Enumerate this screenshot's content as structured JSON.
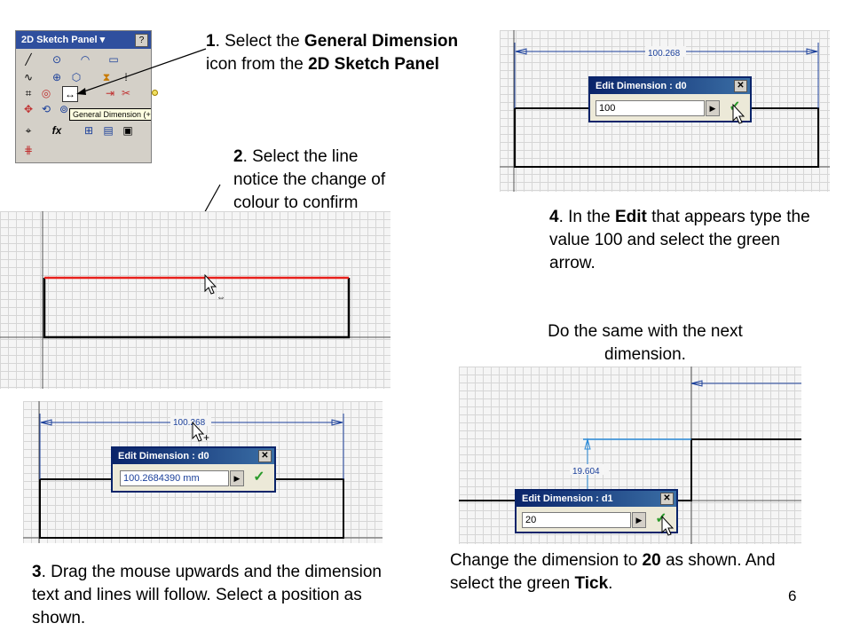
{
  "page_number": "6",
  "steps": {
    "step1": {
      "num": "1",
      "text_a": ". Select the ",
      "b1": "General Dimension",
      "text_b": " icon from the ",
      "b2": "2D Sketch Panel"
    },
    "step2": {
      "num": "2",
      "text": ". Select the line notice the change of colour to confirm selection"
    },
    "step3": {
      "num": "3",
      "text": ". Drag the mouse upwards and the dimension text and lines will follow. Select a position as shown."
    },
    "step4": {
      "num": "4",
      "text_a": ". In the ",
      "b1": "Edit",
      "text_b": " that appears type the value 100 and select the green arrow."
    },
    "same_note": "Do the same with the next dimension.",
    "change_note": {
      "text_a": "Change the dimension to ",
      "b1": "20",
      "text_b": " as shown. And select the green ",
      "b2": "Tick",
      "text_c": "."
    }
  },
  "sketch_panel": {
    "title": "2D Sketch Panel",
    "help": "?",
    "tooltip": "General Dimension (+D)",
    "tools": [
      "line-icon",
      "circle-icon",
      "arc-icon",
      "rectangle-icon",
      "spline-icon",
      "ellipse-icon",
      "point-icon",
      "fillet-icon",
      "polygon-icon",
      "mirror-icon",
      "offset-icon",
      "general-dimension-icon",
      "move-icon",
      "rotate-icon",
      "extend-icon",
      "trim-icon",
      "project-geometry-icon",
      "parameters-icon",
      "insert-image-icon",
      "insert-acad-icon",
      "insert-points-icon"
    ]
  },
  "dialogs": {
    "d0_step4": {
      "title": "Edit Dimension : d0",
      "value": "100",
      "close": "✕",
      "dropdown": "▶",
      "ok": "✓"
    },
    "d0_step3": {
      "title": "Edit Dimension : d0",
      "value": "100.2684390 mm",
      "close": "✕",
      "dropdown": "▶",
      "ok": "✓"
    },
    "d1_step5": {
      "title": "Edit Dimension : d1",
      "value": "20",
      "close": "✕",
      "dropdown": "▶",
      "ok": "✓"
    }
  },
  "dimension_labels": {
    "step4": "100.268",
    "step3": "100.268",
    "step5": "19.604"
  },
  "colors": {
    "selected_line": "#e8201c",
    "dimension": "#1a3f9a",
    "vertical_dimension": "#2a8ad8",
    "dialog_title": "#0a246a",
    "ok_tick": "#2a9a2a"
  }
}
